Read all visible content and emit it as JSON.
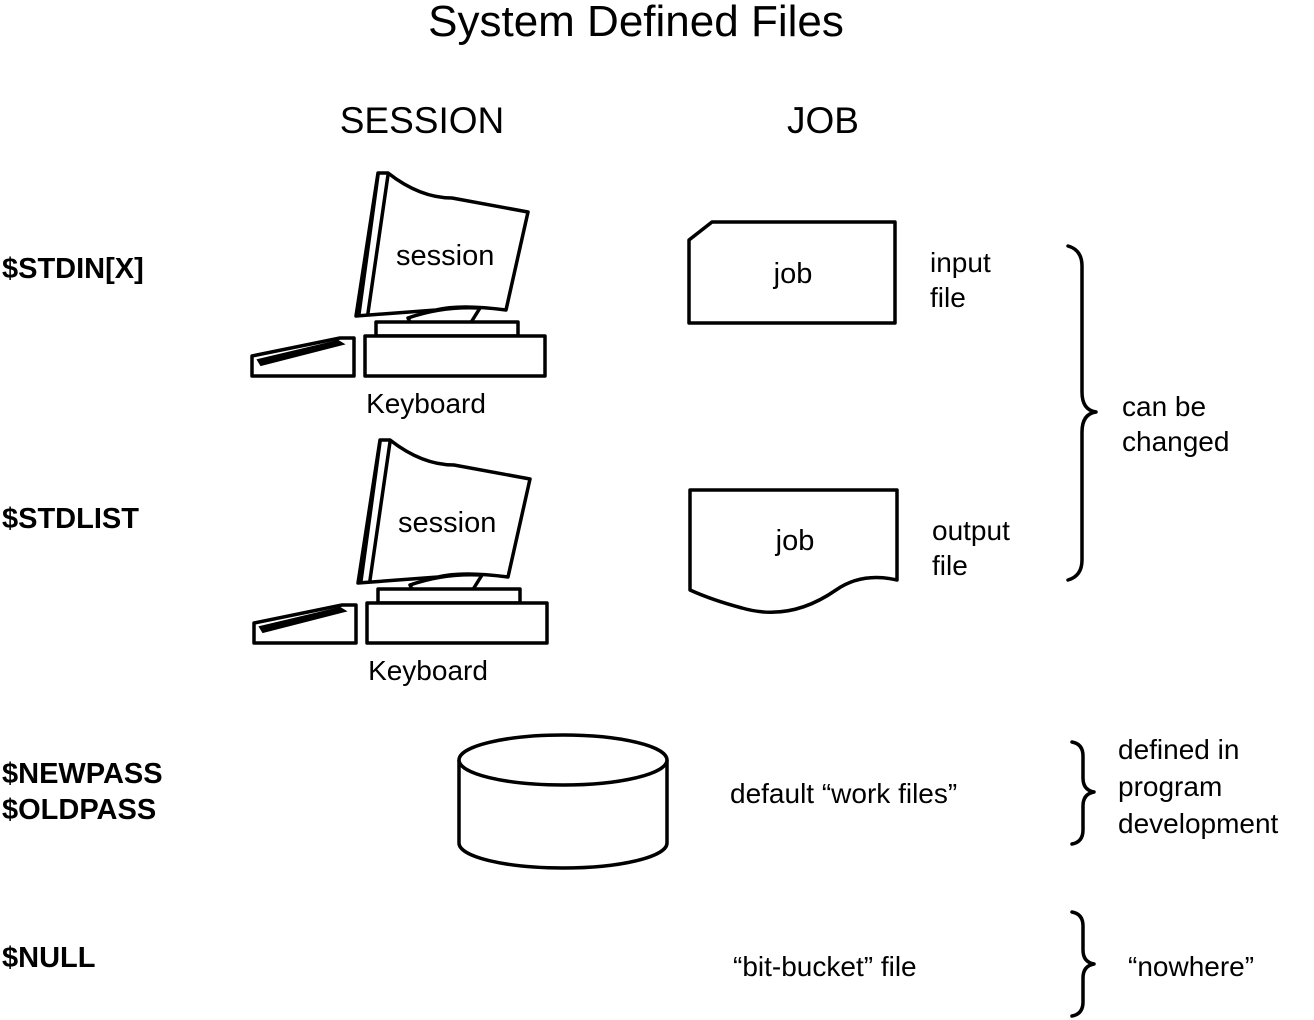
{
  "title": "System Defined Files",
  "columns": {
    "session": "SESSION",
    "job": "JOB"
  },
  "rows": {
    "stdin": {
      "name": "$STDIN[X]",
      "screen_label": "session",
      "device_label": "Keyboard",
      "job_label": "job",
      "file_label_line1": "input",
      "file_label_line2": "file"
    },
    "stdlist": {
      "name": "$STDLIST",
      "screen_label": "session",
      "device_label": "Keyboard",
      "job_label": "job",
      "file_label_line1": "output",
      "file_label_line2": "file"
    },
    "passfiles": {
      "name_line1": "$NEWPASS",
      "name_line2": "$OLDPASS",
      "description": "default “work files”"
    },
    "null": {
      "name": "$NULL",
      "description": "“bit-bucket” file"
    }
  },
  "notes": {
    "changeable_line1": "can be",
    "changeable_line2": "changed",
    "program_line1": "defined in",
    "program_line2": "program",
    "program_line3": "development",
    "nowhere": "“nowhere”"
  }
}
